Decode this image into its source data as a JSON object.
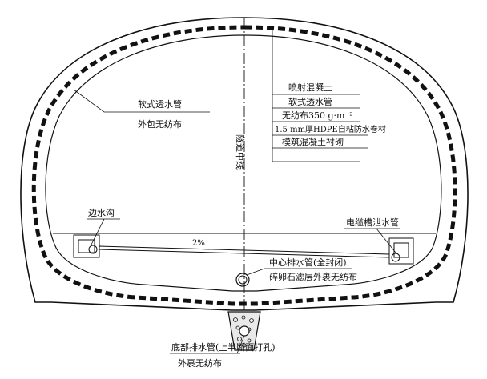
{
  "labels": {
    "flexible_pipe_left": "软式透水管",
    "wrap_geotextile": "外包无纺布",
    "tunnel_centerline": "隧道中线",
    "side_ditch": "边水沟",
    "cable_trough_drain": "电缆槽泄水管",
    "center_drain": "中心排水管(全封闭)",
    "gravel_filter": "碎卵石滤层外裹无纺布",
    "bottom_drain": "底部排水管(上半断面打孔)",
    "bottom_wrap": "外裹无纺布",
    "flow_mark": "2%"
  },
  "layer_table": [
    "喷射混凝土",
    "软式透水管",
    "无纺布350 g·m⁻²",
    "1.5 mm厚HDPE自粘防水卷材",
    "模筑混凝土衬砌"
  ]
}
